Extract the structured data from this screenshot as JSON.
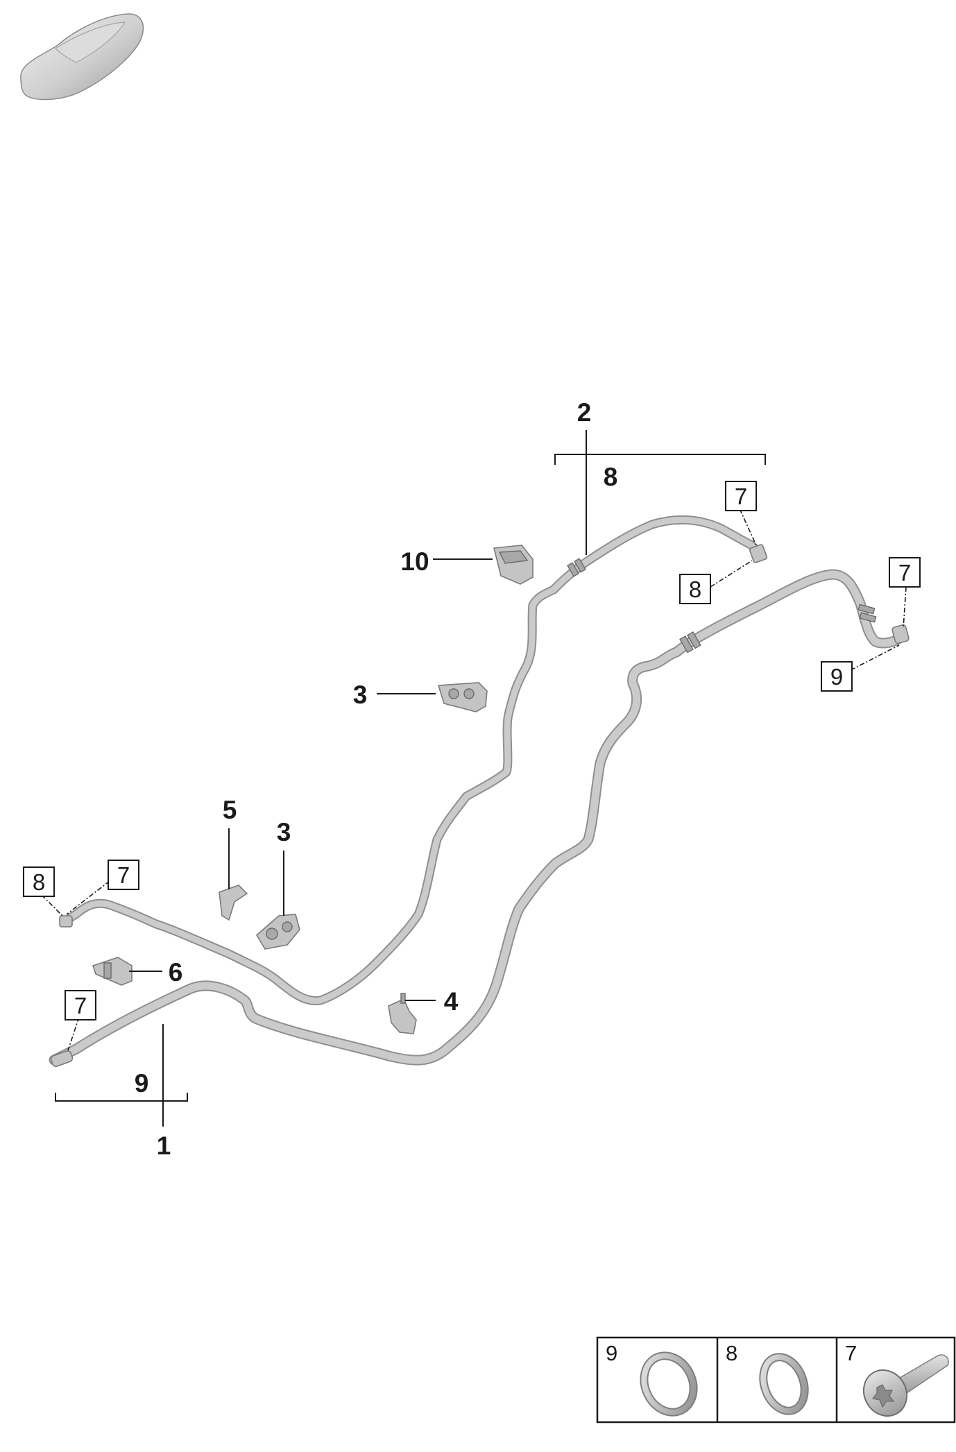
{
  "thumbnail": {
    "icon": "car-silhouette-icon"
  },
  "callouts": {
    "c1": "1",
    "c2": "2",
    "c3a": "3",
    "c3b": "3",
    "c4": "4",
    "c5": "5",
    "c6": "6",
    "c8_top": "8",
    "c9_bottom": "9",
    "c10": "10"
  },
  "boxed_labels": {
    "top_7": "7",
    "top_8": "8",
    "right_7": "7",
    "right_9": "9",
    "left_8": "8",
    "left_7": "7",
    "bottom_7": "7"
  },
  "legend": [
    {
      "number": "9",
      "icon": "o-ring-icon"
    },
    {
      "number": "8",
      "icon": "o-ring-icon"
    },
    {
      "number": "7",
      "icon": "torx-bolt-icon"
    }
  ]
}
